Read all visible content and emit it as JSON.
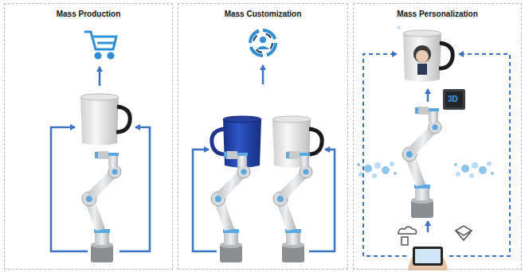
{
  "diagram": {
    "nodes": [
      {
        "text": [
          "Mass Production"
        ]
      },
      {
        "text": [
          "Mass Customization"
        ]
      },
      {
        "text": [
          "Mass Personalization"
        ]
      }
    ],
    "labels": [
      "3D"
    ]
  }
}
